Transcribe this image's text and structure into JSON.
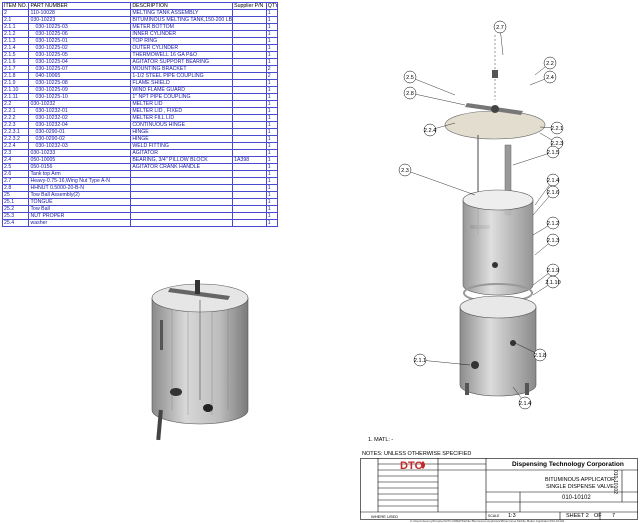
{
  "bom": {
    "headers": [
      "ITEM NO.",
      "PART NUMBER",
      "DESCRIPTION",
      "Supplier P/N",
      "QTY."
    ],
    "rows": [
      [
        "2",
        "110-10028",
        "MELTING TANK ASSEMBLY",
        "",
        "1"
      ],
      [
        "2.1",
        "030-10223",
        "BITUMINOUS MELTING TANK,150-200 LBS",
        "",
        "1"
      ],
      [
        "2.1.1",
        "030-10225-03",
        "METER BOTTOM",
        "",
        "1"
      ],
      [
        "2.1.2",
        "030-10225-06",
        "INNER CYLINDER",
        "",
        "1"
      ],
      [
        "2.1.3",
        "030-10225-01",
        "TOP RING",
        "",
        "1"
      ],
      [
        "2.1.4",
        "030-10225-02",
        "OUTER CYLINDER",
        "",
        "1"
      ],
      [
        "2.1.5",
        "030-10225-05",
        "THERMOWELL 16 GA P&O",
        "",
        "1"
      ],
      [
        "2.1.6",
        "030-10225-04",
        "AGITATOR SUPPORT BEARING",
        "",
        "1"
      ],
      [
        "2.1.7",
        "030-10225-07",
        "MOUNTING BRACKET",
        "",
        "2"
      ],
      [
        "2.1.8",
        "040-10065",
        "1-1/2 STEEL PIPE COUPLING",
        "",
        "2"
      ],
      [
        "2.1.9",
        "030-10225-08",
        "FLAME SHIELD",
        "",
        "1"
      ],
      [
        "2.1.10",
        "030-10225-09",
        "WIND FLAME GUARD",
        "",
        "1"
      ],
      [
        "2.1.11",
        "030-10225-10",
        "1\" NPT PIPE COUPLING",
        "",
        "1"
      ],
      [
        "2.2",
        "030-10232",
        "MELTER LID",
        "",
        "1"
      ],
      [
        "2.2.1",
        "030-10232-01",
        "MELTER LID , FIXED",
        "",
        "1"
      ],
      [
        "2.2.2",
        "030-10232-02",
        "MELTER FILL LID",
        "",
        "1"
      ],
      [
        "2.2.3",
        "030-10232-04",
        "CONTINUOUS HINGE",
        "",
        "1"
      ],
      [
        "2.2.3.1",
        "030-0290-01",
        "HINGE",
        "",
        "1"
      ],
      [
        "2.2.3.2",
        "030-0290-02",
        "HINGE",
        "",
        "1"
      ],
      [
        "2.2.4",
        "030-10232-03",
        "WELD FITTING",
        "",
        "1"
      ],
      [
        "2.3",
        "030-10233",
        "AGITATOR",
        "",
        "1"
      ],
      [
        "2.4",
        "050-10005",
        "BEARING, 3/4\" PILLOW BLOCK",
        "1A398",
        "1"
      ],
      [
        "2.5",
        "050-0156",
        "AGITATOR CRANK HANDLE",
        "",
        "1"
      ],
      [
        "2.6",
        "Tank top Arm",
        "",
        "",
        "1"
      ],
      [
        "2.7",
        "Heavy-0.75-16,Wing Nut Type A-N",
        "",
        "",
        "1"
      ],
      [
        "2.8",
        "HHNUT 0.5000-20-B-N",
        "",
        "",
        "1"
      ],
      [
        "25",
        "Tow Ball Assembly(2)",
        "",
        "",
        "1"
      ],
      [
        "25.1",
        "TONGUE",
        "",
        "",
        "1"
      ],
      [
        "25.2",
        "Tow Ball",
        "",
        "",
        "1"
      ],
      [
        "25.3",
        "NUT PROPER",
        "",
        "",
        "1"
      ],
      [
        "25.4",
        "washer",
        "",
        "",
        "1"
      ]
    ]
  },
  "balloons": [
    "2.7",
    "2.2",
    "2.4",
    "2.5",
    "2.8",
    "2.2.4",
    "2.2.1",
    "2.2.3",
    "2.1.5",
    "2.3",
    "2.1.4",
    "2.1.6",
    "2.1.2",
    "2.1.3",
    "2.1.9",
    "2.1.10",
    "2.1.8",
    "2.1.1",
    "2.1.4"
  ],
  "notes": {
    "matl": "1. MATL: -",
    "unless": "NOTES: UNLESS OTHERWISE SPECIFIED"
  },
  "title_block": {
    "company": "Dispensing Technology Corporation",
    "logo": "DTC",
    "description_line1": "BITUMINOUS APPLICATOR",
    "description_line2": "SINGLE DISPENSE VALVE",
    "dwg_no": "010-10102",
    "scale_label": "SCALE",
    "scale": "1:3",
    "sheet": "SHEET 2",
    "of_label": "OF",
    "of": "7",
    "where_used": "WHERE USED",
    "side_number": "010-10102",
    "path": "C:\\Users\\Jeremy\\Dropbox\\DTC-DMEP\\Mobile Bituminous Applicator\\Bituminous Mobile Melter Applicator\\010-10102"
  },
  "colors": {
    "table_text": "#1a1aa6",
    "table_border": "#4a4ad0",
    "logo_red": "#c62828"
  }
}
